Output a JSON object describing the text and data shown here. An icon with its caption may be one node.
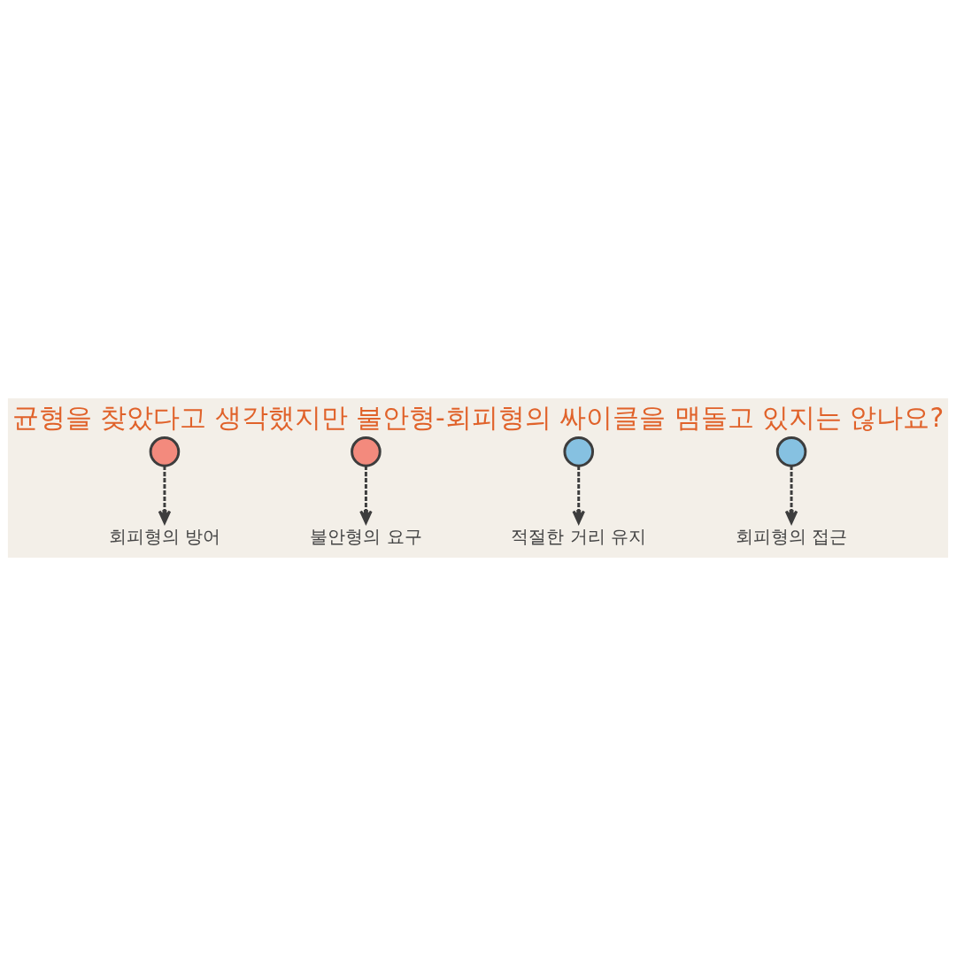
{
  "diagram": {
    "title": "균형을 찾았다고 생각했지만 불안형-회피형의 싸이클을 맴돌고 있지는 않나요?",
    "nodes": [
      {
        "text": [
          "회피형의 방어"
        ]
      },
      {
        "text": [],
        "shape": "circle"
      },
      {
        "text": [],
        "shape": "circle"
      },
      {
        "text": [],
        "shape": "circle"
      },
      {
        "text": [],
        "shape": "circle"
      },
      {
        "text": [
          "적절한 거리 유지"
        ]
      },
      {
        "text": [
          "불안형의 요구"
        ]
      },
      {
        "text": [
          "회피형의 접근"
        ]
      }
    ],
    "edges": [
      {
        "from": 3,
        "to": 5,
        "arrow": "to",
        "style": "dashed"
      },
      {
        "from": 4,
        "to": 7,
        "arrow": "to",
        "style": "dashed"
      },
      {
        "from": 2,
        "to": 6,
        "arrow": "to",
        "style": "dashed"
      },
      {
        "from": 1,
        "to": 0,
        "arrow": "to",
        "style": "dashed"
      }
    ]
  }
}
